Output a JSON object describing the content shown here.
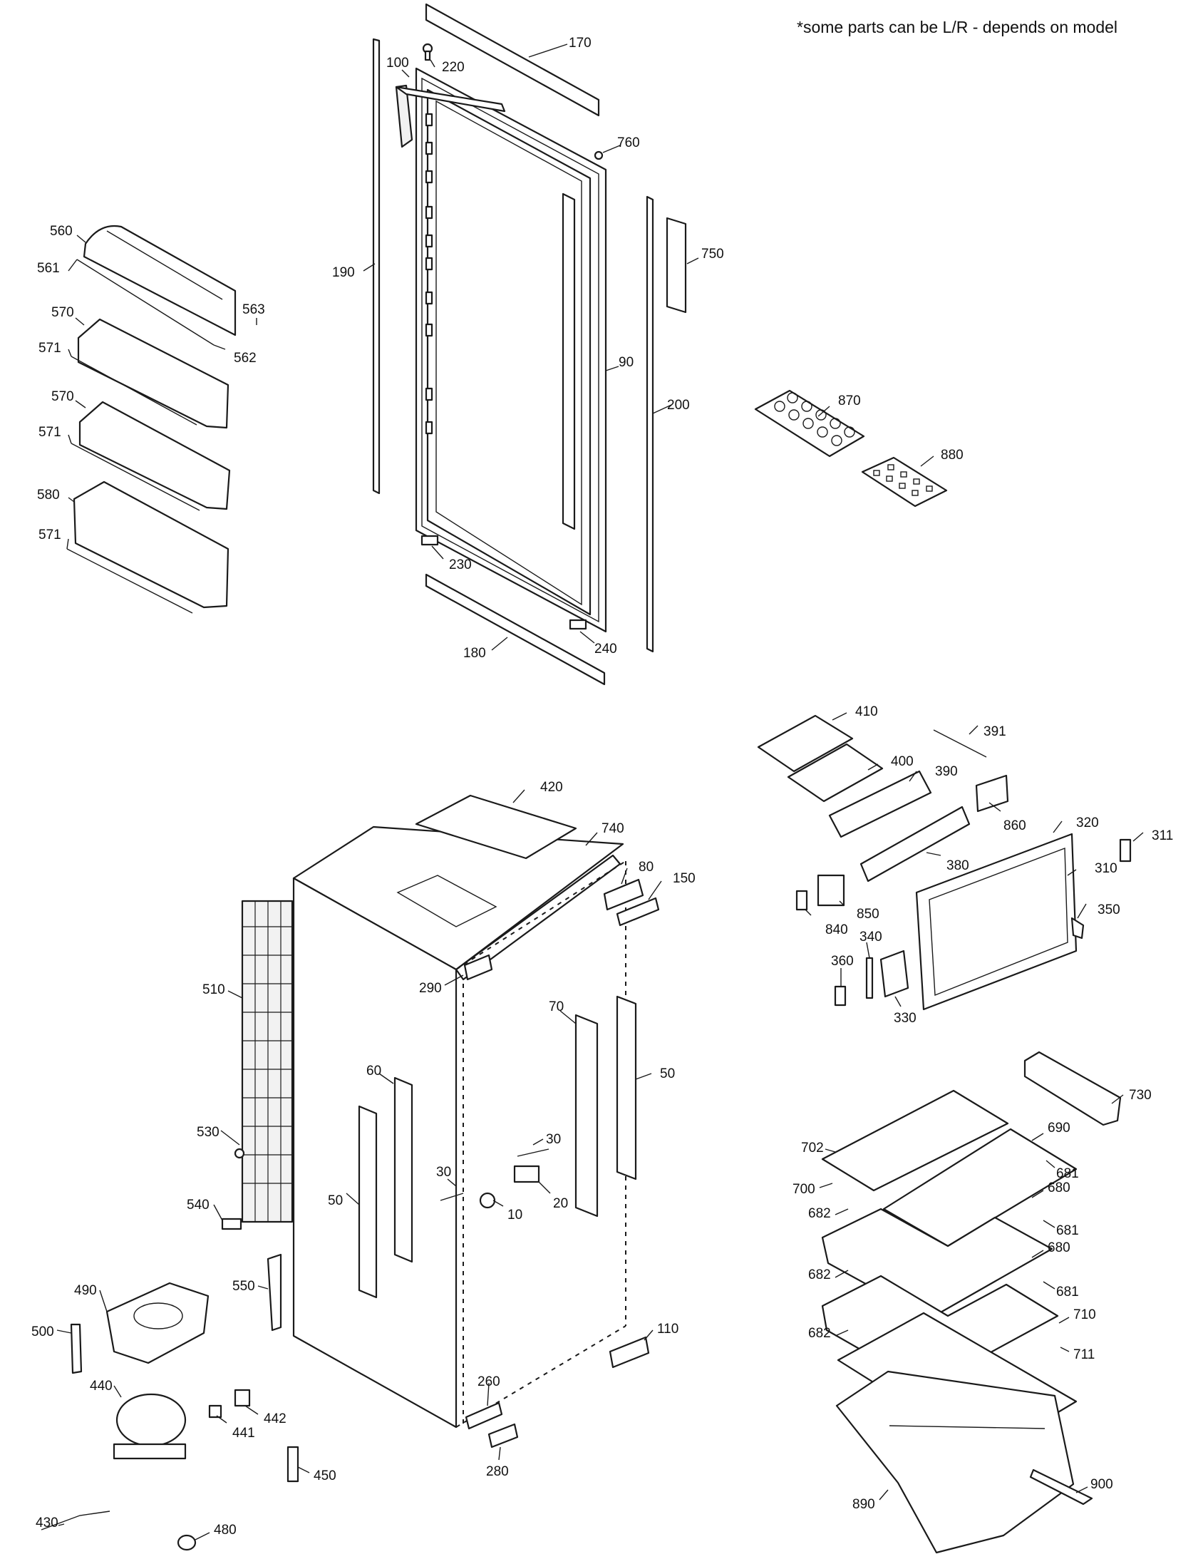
{
  "note": "*some parts can be L/R - depends on model",
  "part_numbers": {
    "p170": "170",
    "p220": "220",
    "p100": "100",
    "p760": "760",
    "p190": "190",
    "p750": "750",
    "p90": "90",
    "p200": "200",
    "p230": "230",
    "p180": "180",
    "p240": "240",
    "p560": "560",
    "p561": "561",
    "p563": "563",
    "p570a": "570",
    "p562": "562",
    "p571a": "571",
    "p570b": "570",
    "p571b": "571",
    "p580": "580",
    "p571c": "571",
    "p870": "870",
    "p880": "880",
    "p410": "410",
    "p391": "391",
    "p400": "400",
    "p390": "390",
    "p860": "860",
    "p320": "320",
    "p311": "311",
    "p380": "380",
    "p310": "310",
    "p350": "350",
    "p850": "850",
    "p840": "840",
    "p340": "340",
    "p360": "360",
    "p330": "330",
    "p420": "420",
    "p740": "740",
    "p80": "80",
    "p150": "150",
    "p290": "290",
    "p510": "510",
    "p70": "70",
    "p60": "60",
    "p50a": "50",
    "p50b": "50",
    "p530": "530",
    "p30a": "30",
    "p30b": "30",
    "p20": "20",
    "p10": "10",
    "p540": "540",
    "p550": "550",
    "p490": "490",
    "p500": "500",
    "p110": "110",
    "p440": "440",
    "p442": "442",
    "p441": "441",
    "p450": "450",
    "p260": "260",
    "p280": "280",
    "p430": "430",
    "p480": "480",
    "p730": "730",
    "p702": "702",
    "p690": "690",
    "p681a": "681",
    "p700": "700",
    "p680a": "680",
    "p682a": "682",
    "p681b": "681",
    "p680b": "680",
    "p682b": "682",
    "p681c": "681",
    "p710": "710",
    "p682c": "682",
    "p711": "711",
    "p900": "900",
    "p890": "890"
  }
}
